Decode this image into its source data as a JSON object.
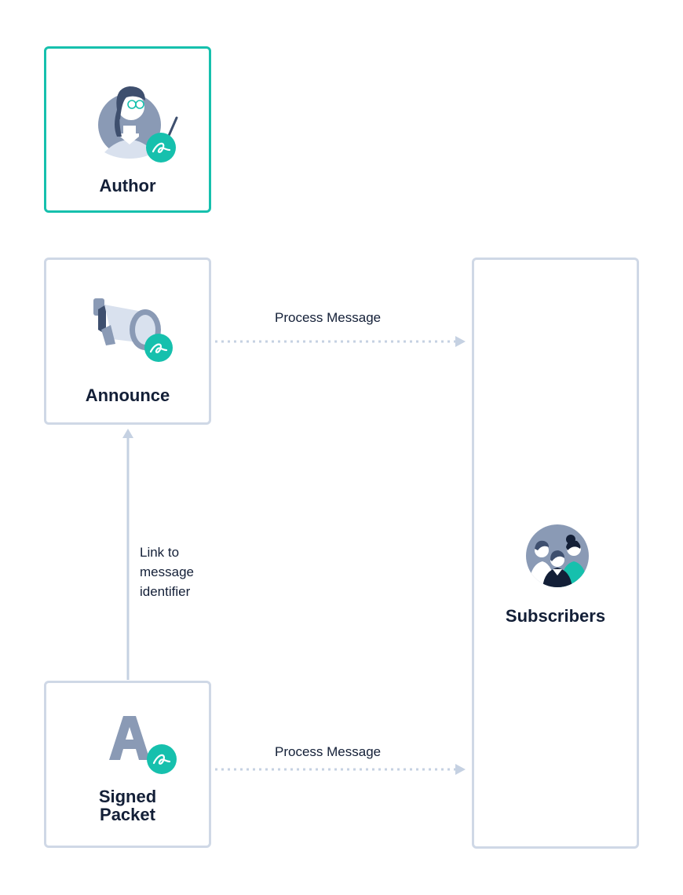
{
  "nodes": {
    "author": {
      "label": "Author",
      "icon": "author-avatar-icon"
    },
    "announce": {
      "label": "Announce",
      "icon": "megaphone-icon"
    },
    "signed_packet": {
      "label_line1": "Signed",
      "label_line2": "Packet",
      "icon": "letter-a-icon"
    },
    "subscribers": {
      "label": "Subscribers",
      "icon": "subscribers-group-icon"
    }
  },
  "edges": {
    "announce_to_subscribers": "Process Message",
    "packet_to_announce": {
      "line1": "Link to",
      "line2": "message",
      "line3": "identifier"
    },
    "packet_to_subscribers": "Process Message"
  },
  "colors": {
    "accent": "#16c0ad",
    "box_border": "#cfd8e6",
    "connector": "#c5d1e2",
    "text": "#131f37",
    "icon_slate": "#8a9ab5",
    "icon_dark": "#3e4f6e"
  }
}
